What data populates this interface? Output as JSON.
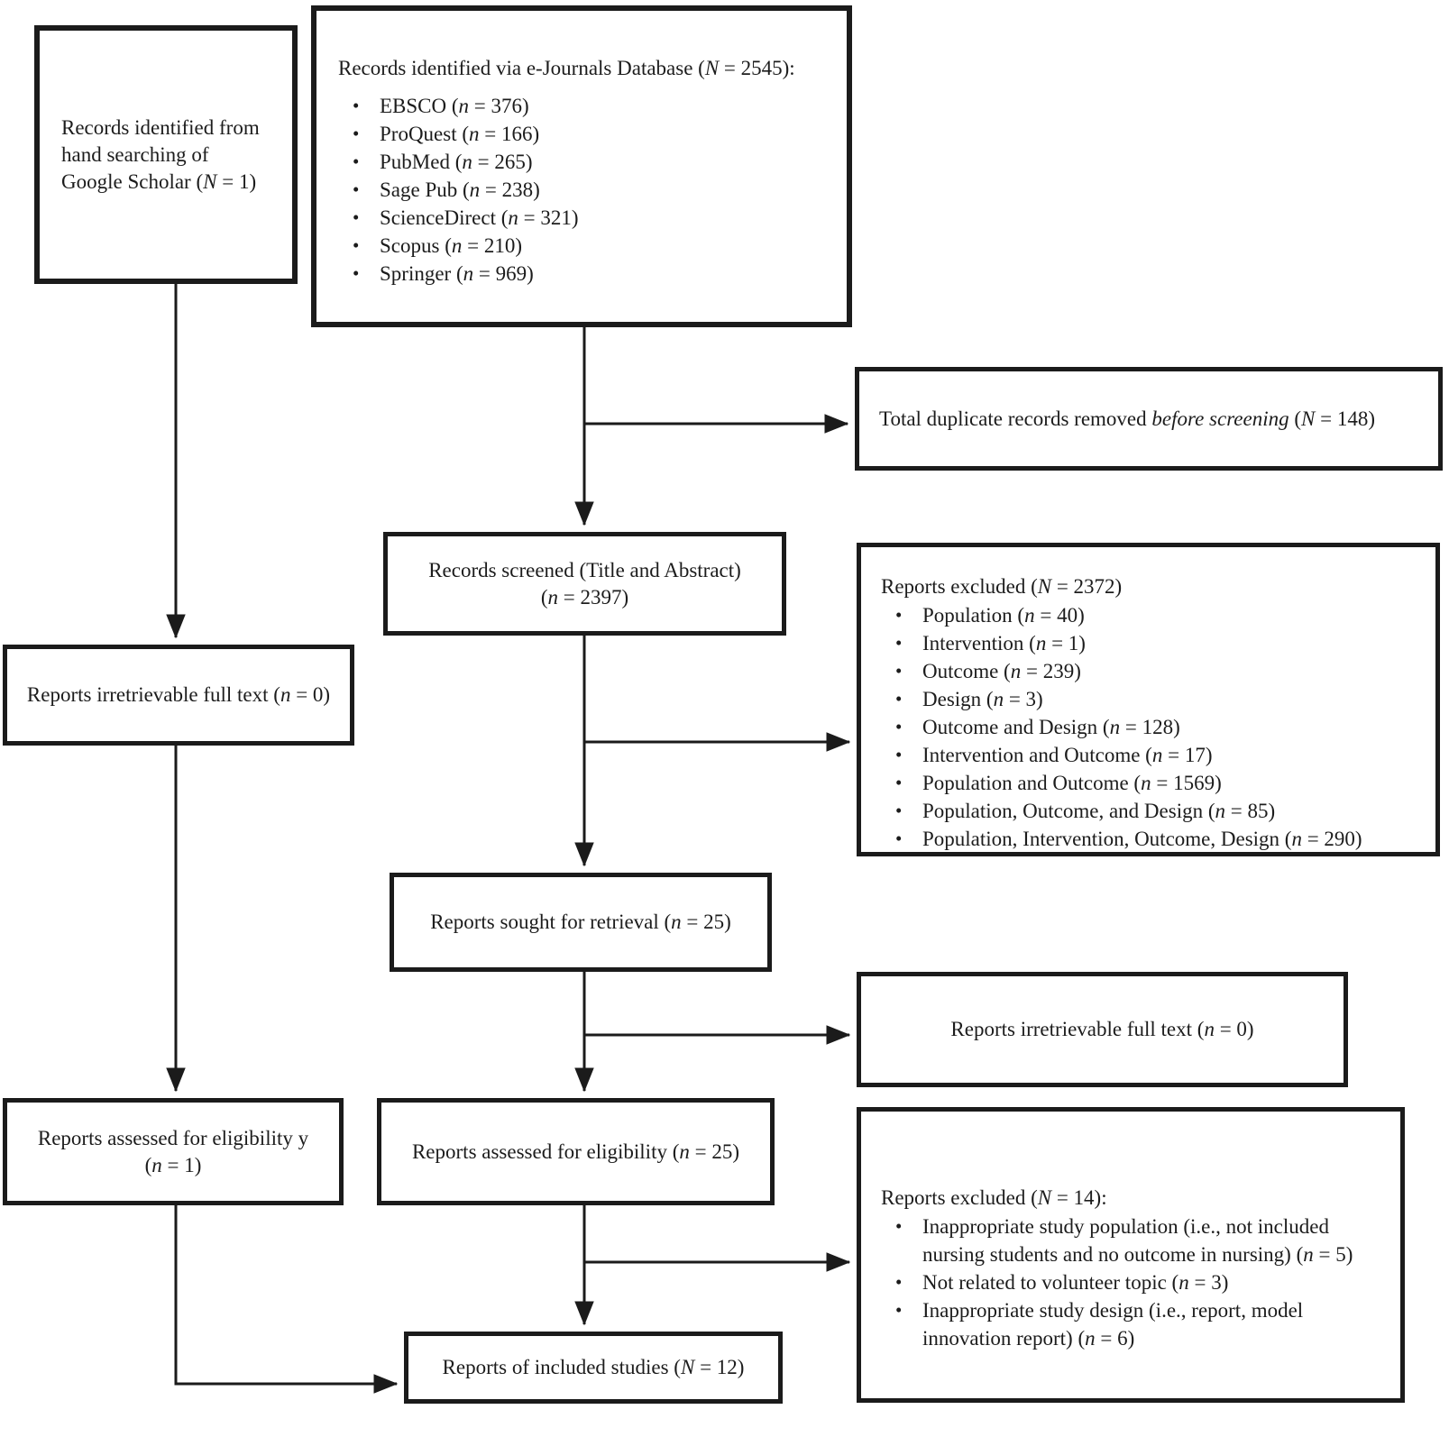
{
  "diagram": {
    "type": "prisma-flowchart",
    "colors": {
      "line": "#1b1b1b",
      "background": "#ffffff",
      "text": "#1c1c1c"
    },
    "boxes": {
      "hand_search": {
        "lines": [
          "Records identified from",
          "hand searching of",
          "Google Scholar (N = 1)"
        ]
      },
      "ejournals": {
        "title": "Records identified via e-Journals Database (N = 2545):",
        "items": [
          "EBSCO (n = 376)",
          "ProQuest (n = 166)",
          "PubMed (n = 265)",
          "Sage Pub (n = 238)",
          "ScienceDirect (n = 321)",
          "Scopus (n = 210)",
          "Springer (n = 969)"
        ]
      },
      "duplicates_removed": {
        "text": "Total duplicate records removed *before screening* (N = 148)"
      },
      "records_screened": {
        "line1": "Records screened (Title and Abstract)",
        "line2": "(n = 2397)"
      },
      "excluded_screening": {
        "title": "Reports excluded (N = 2372)",
        "items": [
          "Population (n = 40)",
          "Intervention (n = 1)",
          "Outcome (n = 239)",
          "Design (n = 3)",
          "Outcome and Design (n = 128)",
          "Intervention and Outcome (n = 17)",
          "Population and Outcome (n = 1569)",
          "Population, Outcome, and Design (n = 85)",
          "Population, Intervention, Outcome, Design (n = 290)"
        ]
      },
      "irretrievable_left": {
        "text": "Reports irretrievable full text (n = 0)"
      },
      "sought": {
        "text": "Reports sought for retrieval (n = 25)"
      },
      "irretrievable_right": {
        "text": "Reports irretrievable full text (n = 0)"
      },
      "assessed_left": {
        "line1": "Reports assessed for eligibility y",
        "line2": "(n = 1)"
      },
      "assessed_center": {
        "text": "Reports assessed for eligibility (n = 25)"
      },
      "excluded_eligibility": {
        "title": "Reports excluded (N = 14):",
        "items": [
          "Inappropriate study population (i.e., not included nursing students and no outcome in nursing) (n = 5)",
          "Not related to volunteer topic (n = 3)",
          "Inappropriate study design (i.e., report, model innovation report) (n = 6)"
        ]
      },
      "included": {
        "text": "Reports of included studies (N = 12)"
      }
    }
  }
}
